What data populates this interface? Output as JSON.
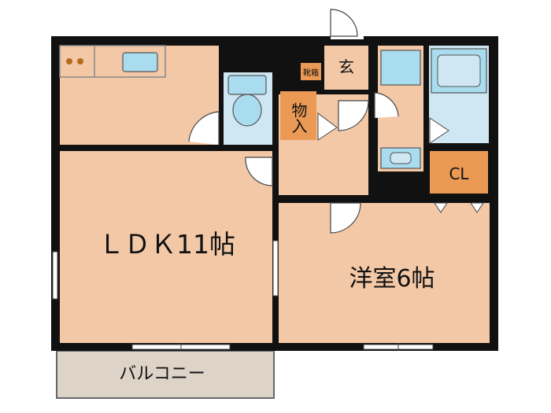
{
  "rooms": {
    "ldk": "ＬＤＫ11帖",
    "western": "洋室6帖",
    "balcony": "バルコニー",
    "entrance": "玄",
    "storage": "物入",
    "shoe_box": "靴箱",
    "closet": "CL"
  },
  "colors": {
    "floor": "#f2c8a7",
    "wall": "#111111",
    "storage_fill": "#eb9a55",
    "fixture": "#aadcef",
    "balcony_fill": "#ddd3c6"
  }
}
